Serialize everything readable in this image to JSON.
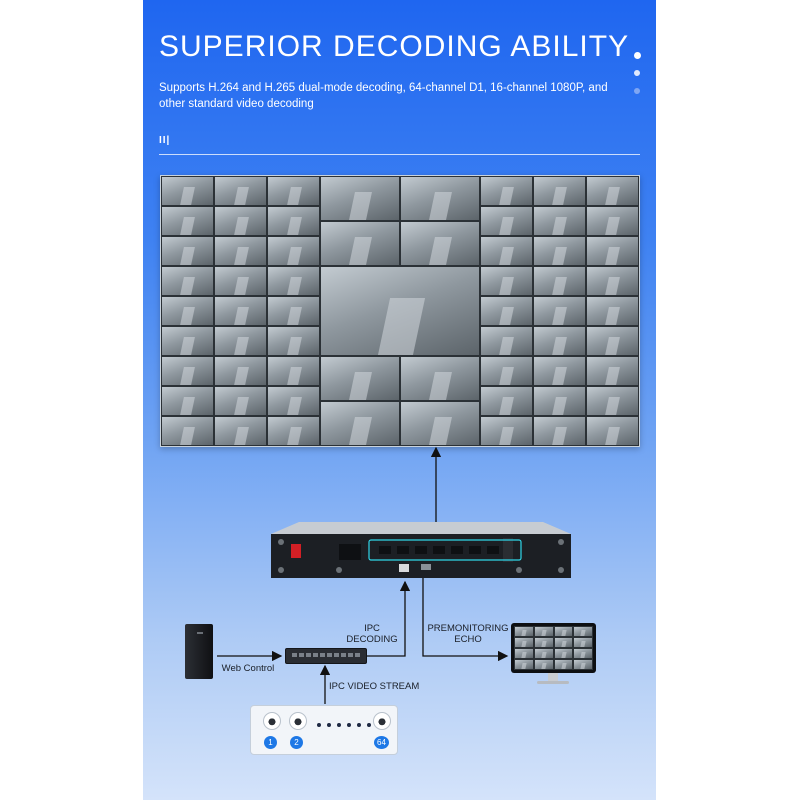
{
  "header": {
    "title": "SUPERIOR DECODING ABILITY",
    "subtitle": "Supports H.264 and H.265 dual-mode decoding, 64-channel D1, 16-channel 1080P, and other standard video decoding",
    "logo_mark": "II|"
  },
  "diagram": {
    "labels": {
      "ipc_decoding": [
        "IPC",
        "DECODING"
      ],
      "premonitoring_echo": [
        "PREMONITORING",
        "ECHO"
      ],
      "web_control": "Web Control",
      "ipc_video_stream": "IPC VIDEO STREAM"
    },
    "cameras": {
      "badges": [
        "1",
        "2",
        "64"
      ]
    },
    "nodes": [
      "video-wall",
      "decoder",
      "network-switch",
      "web-control-pc",
      "premonitoring-monitor",
      "ip-cameras"
    ]
  },
  "colors": {
    "panel_top": "#1f66f0",
    "panel_bottom": "#d4e3fa",
    "accent_badge": "#1e78e6",
    "decoder_outline": "#2fd6e8"
  }
}
